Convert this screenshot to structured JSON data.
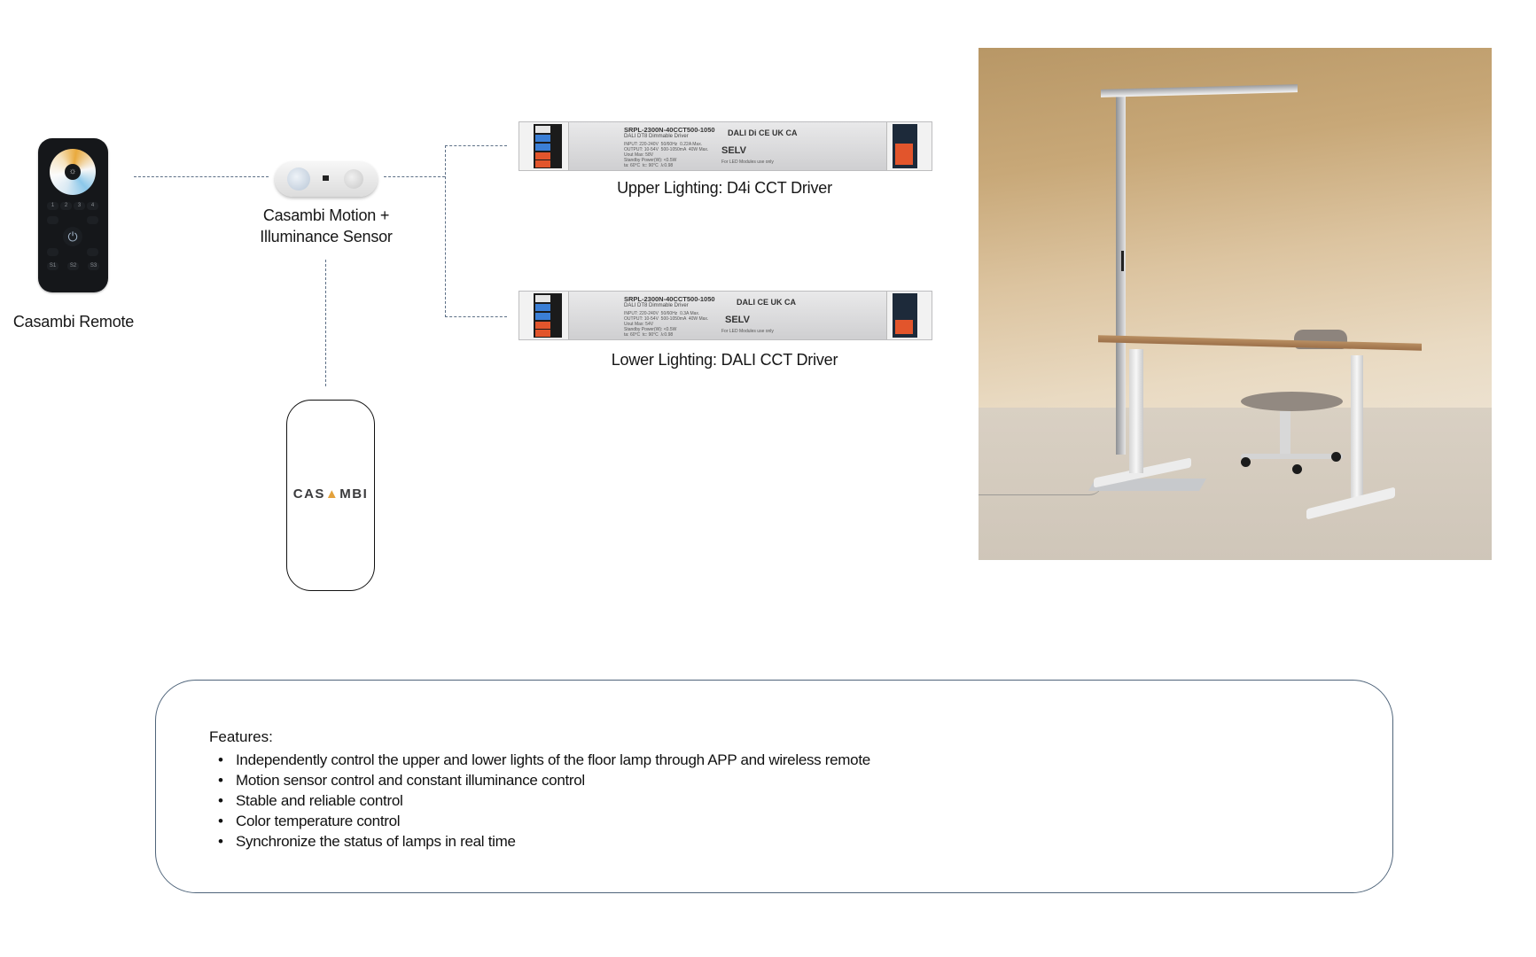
{
  "diagram": {
    "remote": {
      "label": "Casambi Remote",
      "keys_row1": [
        "1",
        "2",
        "3",
        "4"
      ],
      "keys_scenes": [
        "S1",
        "S2",
        "S3"
      ],
      "power_icon": "⏻",
      "center_icon": "☼"
    },
    "sensor": {
      "label_line1": "Casambi Motion +",
      "label_line2": "Illuminance Sensor"
    },
    "app": {
      "logo_part1": "CAS",
      "logo_accent": "▲",
      "logo_part2": "MBI",
      "brand_accent_color": "#e3a13b"
    },
    "upper_driver": {
      "label": "Upper Lighting: D4i CCT Driver",
      "model": "SRPL-2300N-40CCT500-1050",
      "subtitle": "DALI DT8 Dimmable Driver",
      "specs": "INPUT: 220-240V  50/60Hz  0.22A Max.\nOUTPUT: 10-54V  500-1050mA  40W Max.\nUout Max: 58V\nStandby Power(W): <0.5W\nta: 60°C  tc: 90°C  λ:0.98",
      "marks": "DALI  Di  CE  UK CA",
      "selv": "SELV",
      "note": "For LED Modules use only"
    },
    "lower_driver": {
      "label": "Lower Lighting: DALI CCT Driver",
      "model": "SRPL-2300N-40CCT500-1050",
      "subtitle": "DALI DT8 Dimmable Driver",
      "specs": "INPUT: 220-240V  50/60Hz  0.3A Max.\nOUTPUT: 10-54V  500-1050mA  40W Max.\nUout Max: 54V\nStandby Power(W): <0.5W\nta: 60°C  tc: 90°C  λ:0.98",
      "marks": "DALI  CE  UK CA",
      "selv": "SELV",
      "note": "For LED Modules use only"
    },
    "photo": {
      "alt": "Floor lamp beside desk and office chair"
    }
  },
  "features": {
    "title": "Features:",
    "bullet": "•",
    "items": [
      "Independently control the upper and lower lights of the floor lamp through APP and wireless remote",
      "Motion sensor control and constant illuminance control",
      "Stable and reliable control",
      "Color temperature control",
      "Synchronize the status of lamps in real time"
    ]
  },
  "colors": {
    "connector": "#5c6f86",
    "features_border": "#4f647a"
  }
}
